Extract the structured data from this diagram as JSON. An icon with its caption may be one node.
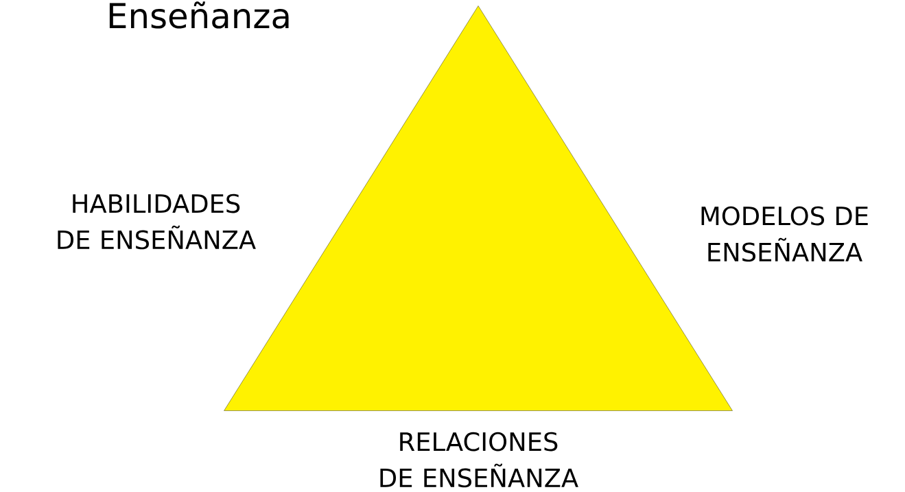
{
  "diagram": {
    "title": "Enseñanza",
    "nodes": [
      {
        "text": [],
        "shape": "triangle",
        "beside": [
          "HABILIDADES DE ENSEÑANZA",
          "MODELOS DE ENSEÑANZA",
          "RELACIONES DE ENSEÑANZA"
        ]
      }
    ]
  }
}
